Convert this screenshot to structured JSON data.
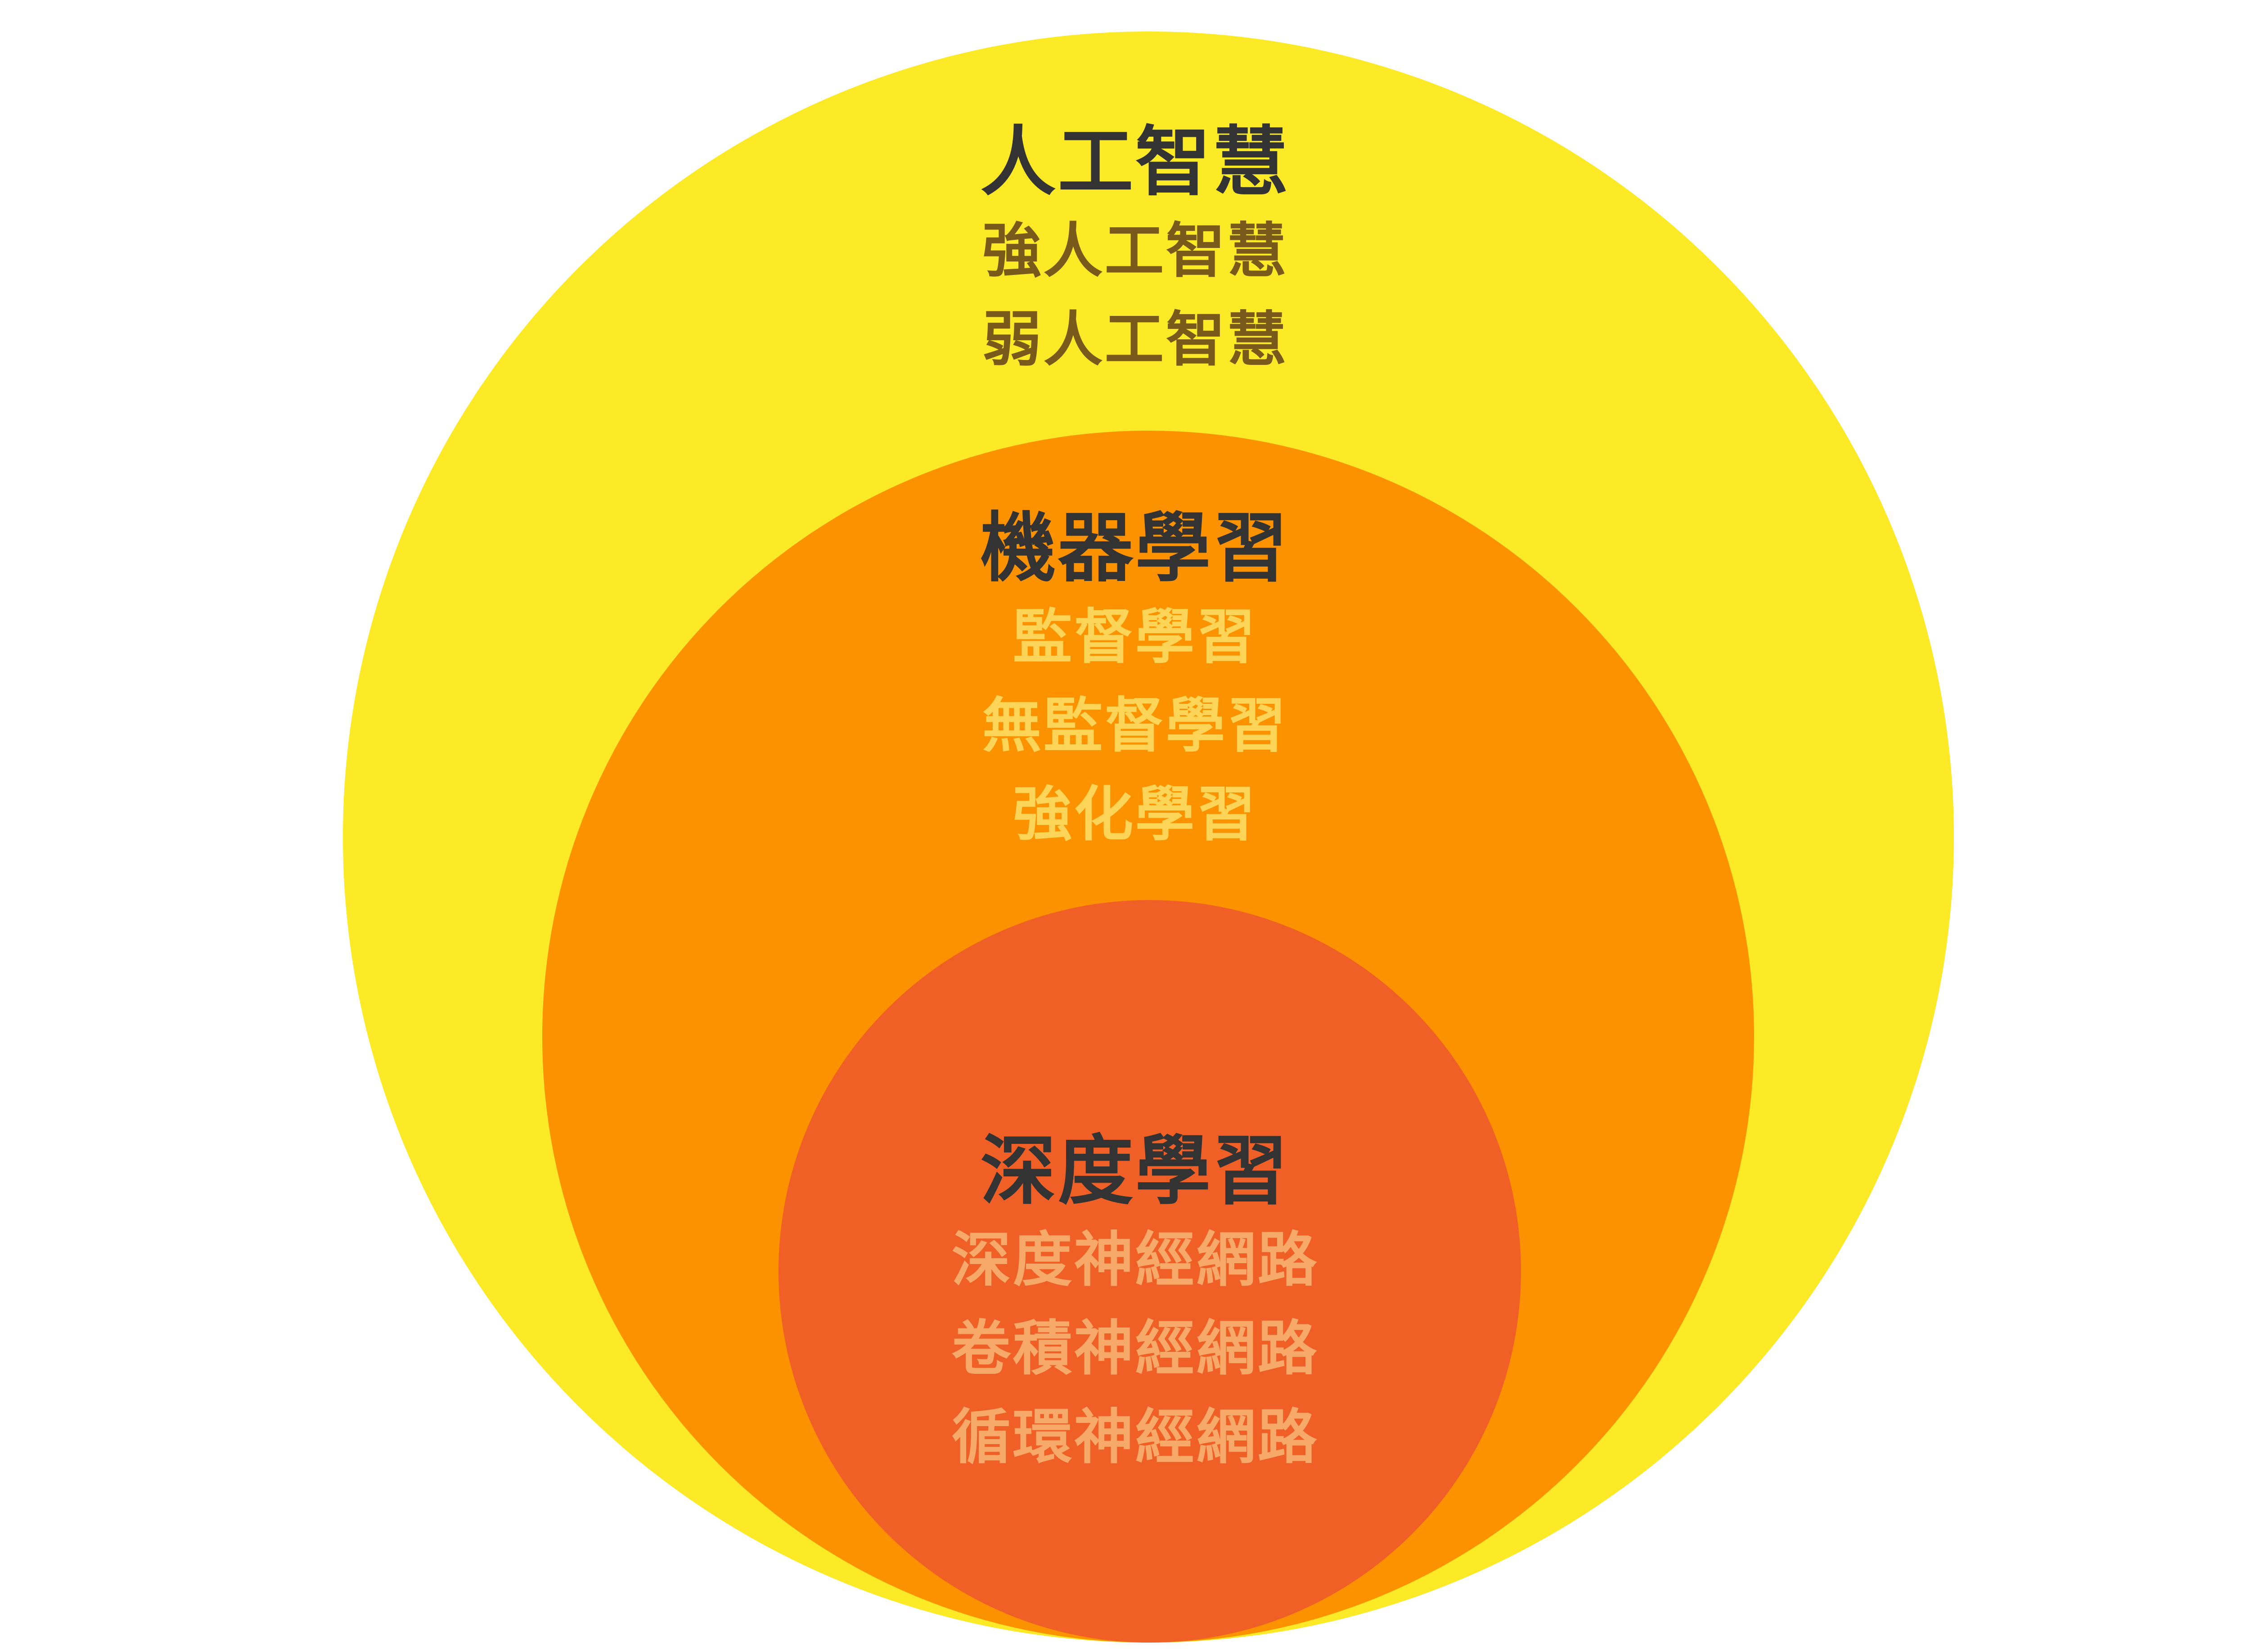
{
  "diagram": {
    "type": "nested-circles",
    "colors": {
      "outer_fill": "#fcea26",
      "middle_fill": "#fc9200",
      "inner_fill": "#f05f26",
      "title_text": "#333333"
    },
    "ai": {
      "title": "人工智慧",
      "items": [
        "強人工智慧",
        "弱人工智慧"
      ]
    },
    "ml": {
      "title": "機器學習",
      "items": [
        "監督學習",
        "無監督學習",
        "強化學習"
      ]
    },
    "dl": {
      "title": "深度學習",
      "items": [
        "深度神經網路",
        "卷積神經網路",
        "循環神經網路"
      ]
    }
  }
}
